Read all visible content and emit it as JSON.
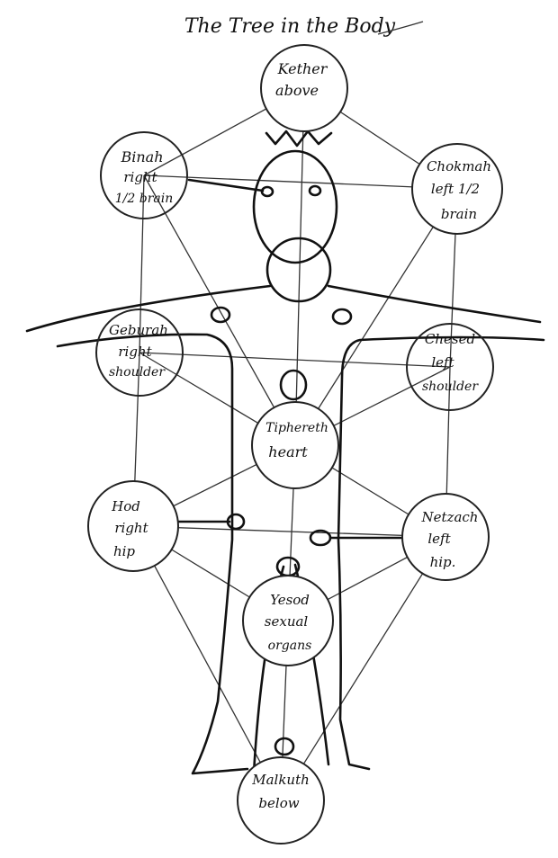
{
  "title": "The Tree in the Body",
  "sephiroth": {
    "kether": {
      "name": "Kether",
      "place": "above"
    },
    "binah": {
      "name": "Binah",
      "place": "right",
      "place2": "1/2 brain"
    },
    "chokmah": {
      "name": "Chokmah",
      "place": "left 1/2",
      "place2": "brain"
    },
    "geburah": {
      "name": "Geburah",
      "place": "right",
      "place2": "shoulder"
    },
    "chesed": {
      "name": "Chesed",
      "place": "left",
      "place2": "shoulder"
    },
    "tiphereth": {
      "name": "Tiphereth",
      "place": "heart"
    },
    "hod": {
      "name": "Hod",
      "place": "right",
      "place2": "hip"
    },
    "netzach": {
      "name": "Netzach",
      "place": "left",
      "place2": "hip."
    },
    "yesod": {
      "name": "Yesod",
      "place": "sexual",
      "place2": "organs"
    },
    "malkuth": {
      "name": "Malkuth",
      "place": "below"
    }
  }
}
